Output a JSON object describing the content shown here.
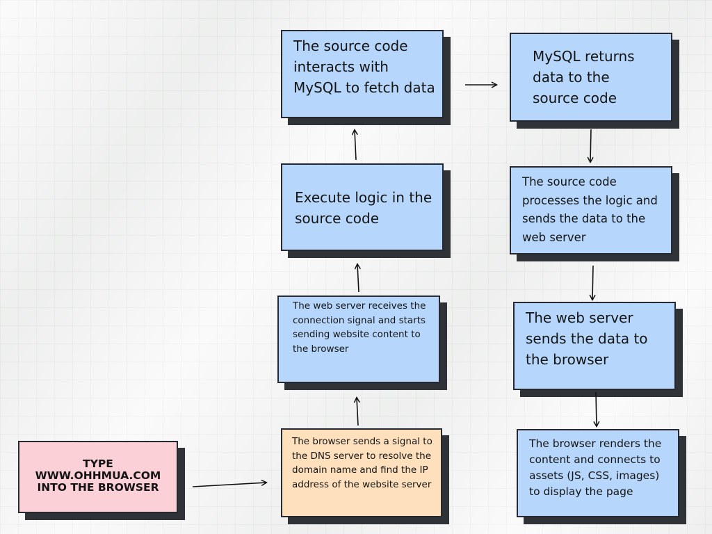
{
  "steps": {
    "type_url": "TYPE WWW.OHHMUA.COM INTO THE BROWSER",
    "dns_lookup": "The browser sends a signal to the DNS server to resolve the domain name and find the IP address of the website server",
    "server_receives": "The web server receives the connection signal and starts sending website content to the browser",
    "execute_logic": "Execute logic in the source code",
    "fetch_data": "The source code interacts with MySQL to fetch data",
    "mysql_returns": "MySQL returns data to the source code",
    "process_logic": "The source code processes the logic and sends the data to the web server",
    "server_sends": "The web server sends the data to the browser",
    "browser_renders": "The browser renders the content and connects to assets (JS, CSS, images) to display the page"
  },
  "colors": {
    "step_box": "#b6d7fb",
    "start_box": "#fbd0d7",
    "dns_box": "#fee0bd",
    "shadow": "#2f3338",
    "arrow": "#111111"
  }
}
